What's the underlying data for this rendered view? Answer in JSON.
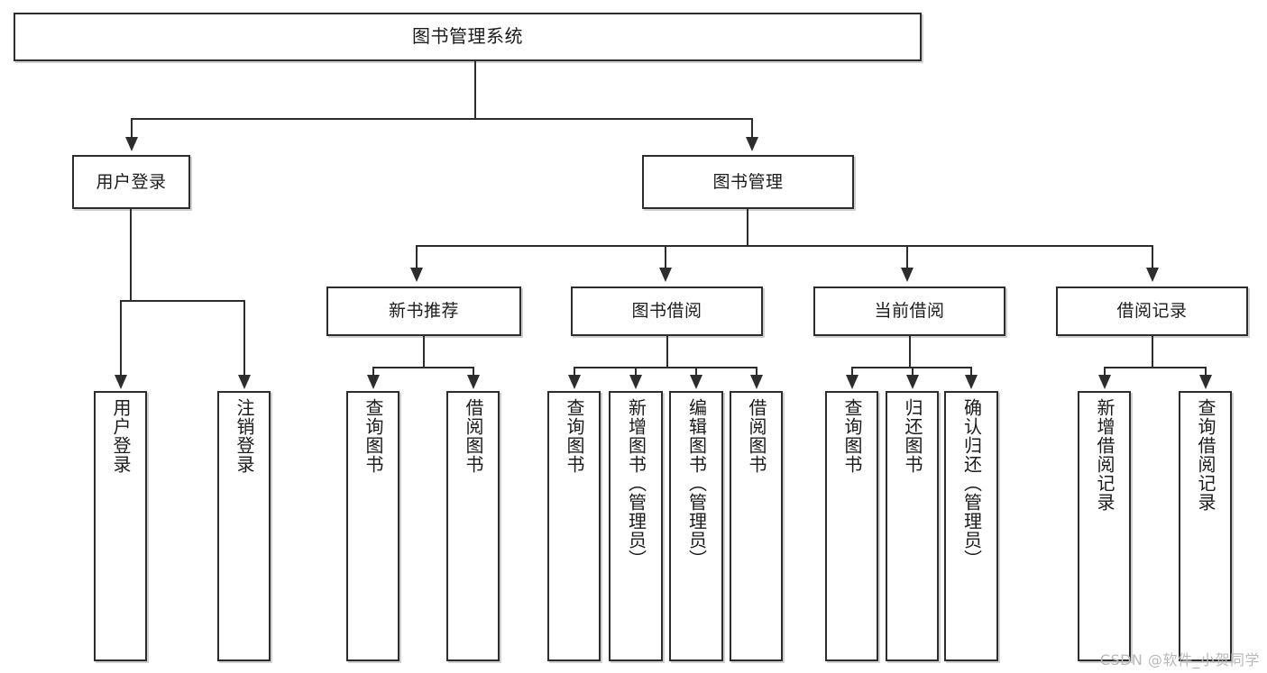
{
  "diagram": {
    "title": "图书管理系统",
    "type": "tree-hierarchy-chart",
    "root": {
      "label": "图书管理系统"
    },
    "level2": [
      {
        "label": "用户登录"
      },
      {
        "label": "图书管理"
      }
    ],
    "level3": [
      {
        "label": "新书推荐"
      },
      {
        "label": "图书借阅"
      },
      {
        "label": "当前借阅"
      },
      {
        "label": "借阅记录"
      }
    ],
    "leaves": {
      "user_login": [
        {
          "label": "用户登录"
        },
        {
          "label": "注销登录"
        }
      ],
      "new_book_recommend": [
        {
          "label": "查询图书"
        },
        {
          "label": "借阅图书"
        }
      ],
      "book_borrow": [
        {
          "label": "查询图书"
        },
        {
          "label": "新增图书（管理员）"
        },
        {
          "label": "编辑图书（管理员）"
        },
        {
          "label": "借阅图书"
        }
      ],
      "current_borrow": [
        {
          "label": "查询图书"
        },
        {
          "label": "归还图书"
        },
        {
          "label": "确认归还（管理员）"
        }
      ],
      "borrow_record": [
        {
          "label": "新增借阅记录"
        },
        {
          "label": "查询借阅记录"
        }
      ]
    }
  },
  "watermark": {
    "text": "CSDN @软件_小贺同学"
  },
  "colors": {
    "stroke": "#2d2d2d",
    "background": "#ffffff",
    "text": "#1b1b1b",
    "watermark": "#b9b9b9"
  }
}
